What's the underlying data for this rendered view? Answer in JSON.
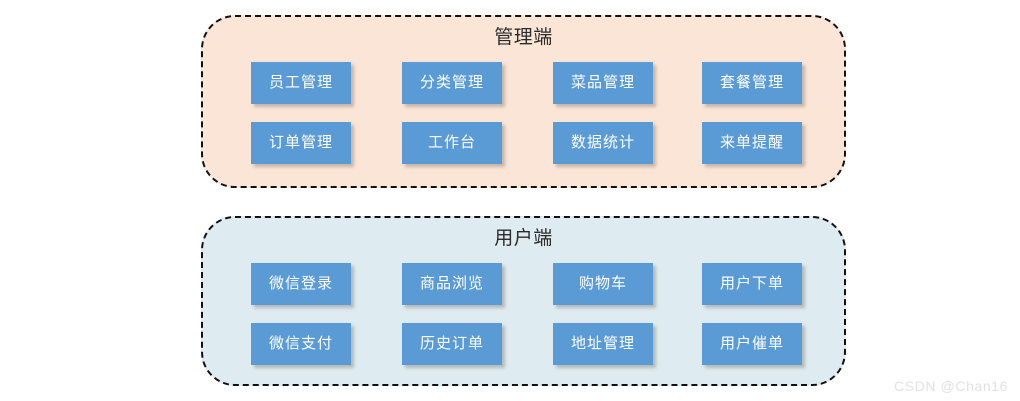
{
  "page": {
    "background_color": "#ffffff",
    "watermark": "CSDN @Chan16"
  },
  "palette": {
    "module_box_fill": "#5b9bd5",
    "module_box_text": "#ffffff",
    "admin_group_fill": "#fbe5d6",
    "user_group_fill": "#deebf0",
    "group_border": "#111111",
    "title_text": "#2b2b2b",
    "watermark_text": "#e2e2e2"
  },
  "groups": [
    {
      "key": "admin",
      "title": "管理端",
      "fill": "#fbe5d6",
      "rows": [
        [
          {
            "label": "员工管理"
          },
          {
            "label": "分类管理"
          },
          {
            "label": "菜品管理"
          },
          {
            "label": "套餐管理"
          }
        ],
        [
          {
            "label": "订单管理"
          },
          {
            "label": "工作台"
          },
          {
            "label": "数据统计"
          },
          {
            "label": "来单提醒"
          }
        ]
      ]
    },
    {
      "key": "user",
      "title": "用户端",
      "fill": "#deebf0",
      "rows": [
        [
          {
            "label": "微信登录"
          },
          {
            "label": "商品浏览"
          },
          {
            "label": "购物车"
          },
          {
            "label": "用户下单"
          }
        ],
        [
          {
            "label": "微信支付"
          },
          {
            "label": "历史订单"
          },
          {
            "label": "地址管理"
          },
          {
            "label": "用户催单"
          }
        ]
      ]
    }
  ]
}
